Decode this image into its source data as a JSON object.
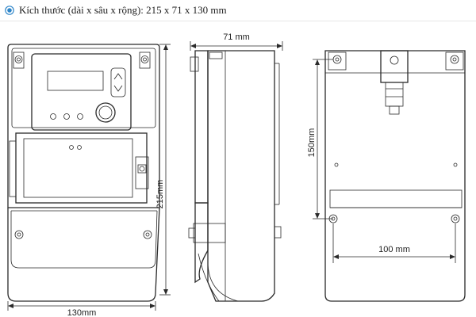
{
  "header": {
    "bullet_icon": "radio-bullet-icon",
    "text": "Kích thước (dài x sâu x rộng): 215 x 71 x 130 mm",
    "bullet_color": "#2f86c9"
  },
  "dimensions": {
    "front_height": "215mm",
    "front_width": "130mm",
    "side_depth": "71 mm",
    "back_height": "150mm",
    "back_width": "100 mm"
  }
}
